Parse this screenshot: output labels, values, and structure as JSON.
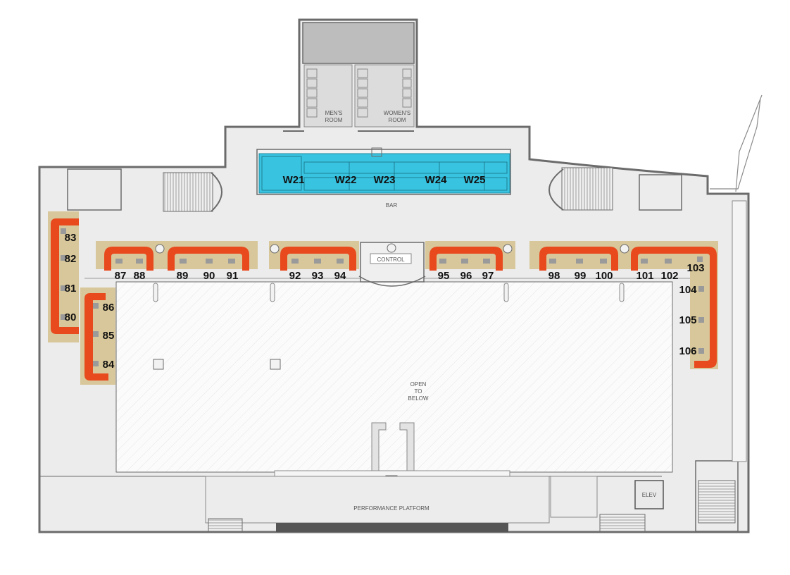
{
  "colors": {
    "floor": "#ececec",
    "wall": "#6b6b6b",
    "open_area": "#fbfbfb",
    "suite_bar": "#e8491d",
    "suite_fill": "#d8c79a",
    "highlight": "#38c3e0",
    "dark": "#555555",
    "seat": "#9a9a9a"
  },
  "labels": {
    "mens_room_1": "MEN'S",
    "mens_room_2": "ROOM",
    "womens_room_1": "WOMEN'S",
    "womens_room_2": "ROOM",
    "bar": "BAR",
    "control": "CONTROL",
    "open_1": "OPEN",
    "open_2": "TO",
    "open_3": "BELOW",
    "performance_platform": "PERFORMANCE PLATFORM",
    "elev": "ELEV"
  },
  "suites": {
    "s80": "80",
    "s81": "81",
    "s82": "82",
    "s83": "83",
    "s84": "84",
    "s85": "85",
    "s86": "86",
    "s87": "87",
    "s88": "88",
    "s89": "89",
    "s90": "90",
    "s91": "91",
    "s92": "92",
    "s93": "93",
    "s94": "94",
    "s95": "95",
    "s96": "96",
    "s97": "97",
    "s98": "98",
    "s99": "99",
    "s100": "100",
    "s101": "101",
    "s102": "102",
    "s103": "103",
    "s104": "104",
    "s105": "105",
    "s106": "106"
  },
  "highlighted_suites": {
    "w21": "W21",
    "w22": "W22",
    "w23": "W23",
    "w24": "W24",
    "w25": "W25"
  }
}
